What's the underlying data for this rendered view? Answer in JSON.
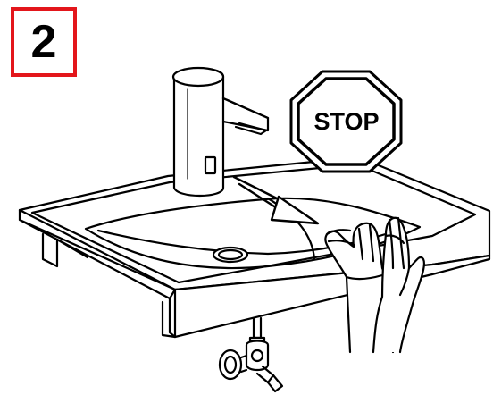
{
  "step": {
    "number": "2",
    "border_color": "#e3161b"
  },
  "sign": {
    "text": "STOP",
    "shape": "octagon"
  },
  "icons": [
    "faucet-icon",
    "sink-icon",
    "hands-icon",
    "arrow-icon",
    "angle-valve-icon"
  ]
}
